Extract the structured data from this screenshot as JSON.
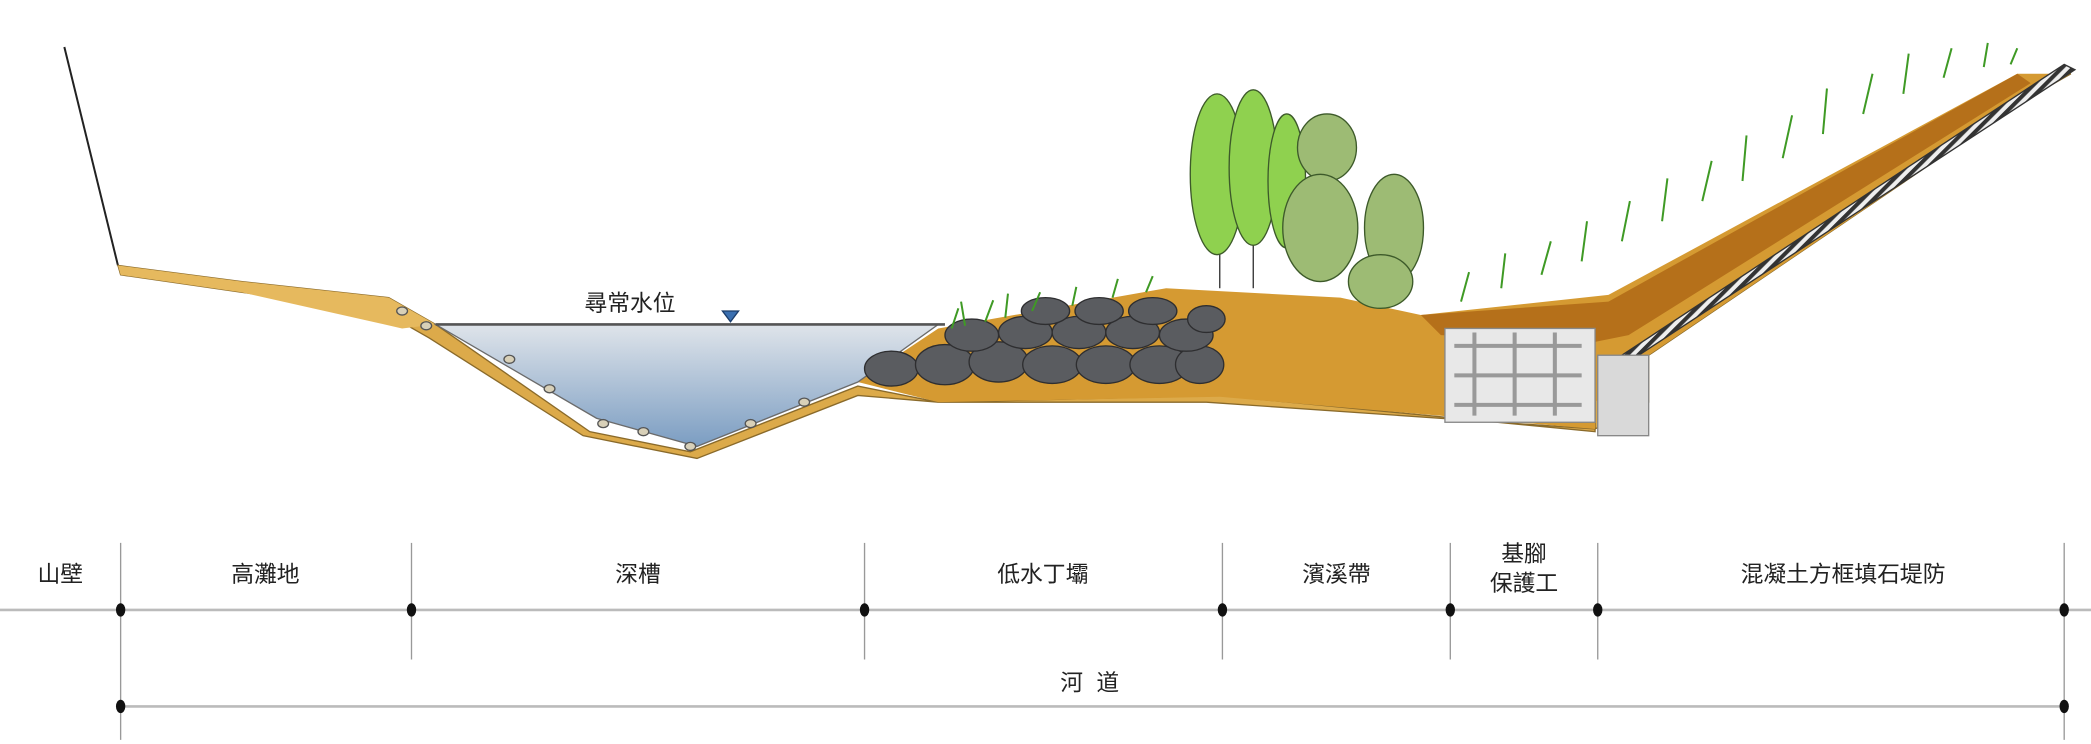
{
  "water_level_label": "尋常水位",
  "zones": [
    {
      "id": "cliff",
      "label": "山壁"
    },
    {
      "id": "high-floodplain",
      "label": "高灘地"
    },
    {
      "id": "deep-channel",
      "label": "深槽"
    },
    {
      "id": "low-groyne",
      "label": "低水丁壩"
    },
    {
      "id": "riparian-zone",
      "label": "濱溪帶"
    },
    {
      "id": "toe-protection",
      "label_line1": "基腳",
      "label_line2": "保護工"
    },
    {
      "id": "levee",
      "label": "混凝土方框填石堤防"
    }
  ],
  "channel_label": "河道",
  "colors": {
    "soil_light": "#e0b457",
    "soil_dark": "#b9761e",
    "water_top": "#d6dde6",
    "water_bottom": "#7f9fc2",
    "rock": "#55575a",
    "grass": "#4caf2e",
    "tree_light": "#8fd14f",
    "tree_dark": "#9dbb74"
  }
}
